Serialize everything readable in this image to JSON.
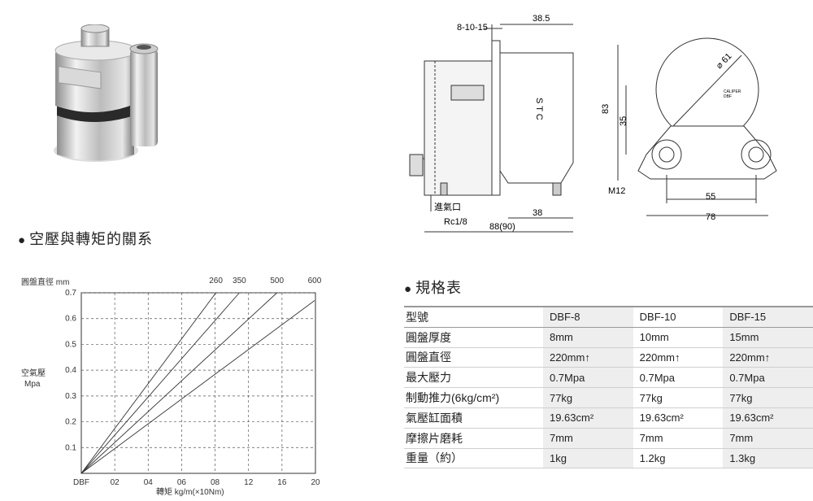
{
  "headings": {
    "relation": "空壓與轉矩的關系",
    "spec": "規格表"
  },
  "drawing": {
    "dims": [
      "8-10-15",
      "38.5",
      "38",
      "88(90)",
      "83",
      "35",
      "55",
      "78"
    ],
    "label_stc": "S T C",
    "diameter": "⌀ 61",
    "caliper": "CALIPER",
    "dbf_small": "DBF",
    "thread": "M12",
    "inlet": "進氣口",
    "port": "Rc1/8"
  },
  "chart_data": {
    "type": "line",
    "ylabel_top": "圓盤直徑  mm",
    "ylabel": "空氣壓",
    "ylabel_unit": "Mpa",
    "xlabel": "轉矩  kg/m(×10Nm)",
    "x_ticks": [
      "DBF",
      "02",
      "04",
      "06",
      "08",
      "12",
      "16",
      "20"
    ],
    "y_ticks": [
      "0.1",
      "0.2",
      "0.3",
      "0.4",
      "0.5",
      "0.6",
      "0.7"
    ],
    "xlim": [
      0,
      20
    ],
    "ylim": [
      0,
      0.7
    ],
    "series": [
      {
        "name": "260",
        "x": [
          0,
          8.1
        ],
        "y": [
          0,
          0.7
        ]
      },
      {
        "name": "350",
        "x": [
          0,
          10.9
        ],
        "y": [
          0,
          0.7
        ]
      },
      {
        "name": "500",
        "x": [
          0,
          15.4
        ],
        "y": [
          0,
          0.7
        ]
      },
      {
        "name": "600",
        "x": [
          0,
          19.9
        ],
        "y": [
          0,
          0.67
        ]
      }
    ]
  },
  "spec_table": {
    "header": [
      "型號",
      "DBF-8",
      "DBF-10",
      "DBF-15"
    ],
    "rows": [
      [
        "圓盤厚度",
        "8mm",
        "10mm",
        "15mm"
      ],
      [
        "圓盤直徑",
        "220mm↑",
        "220mm↑",
        "220mm↑"
      ],
      [
        "最大壓力",
        "0.7Mpa",
        "0.7Mpa",
        "0.7Mpa"
      ],
      [
        "制動推力(6kg/cm²)",
        "77kg",
        "77kg",
        "77kg"
      ],
      [
        "氣壓缸面積",
        "19.63cm²",
        "19.63cm²",
        "19.63cm²"
      ],
      [
        "摩擦片磨耗",
        "7mm",
        "7mm",
        "7mm"
      ],
      [
        "重量（約）",
        "1kg",
        "1.2kg",
        "1.3kg"
      ]
    ]
  }
}
